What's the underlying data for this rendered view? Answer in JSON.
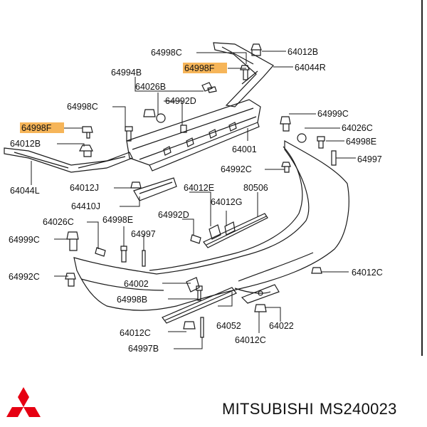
{
  "brand": {
    "name": "MITSUBISHI",
    "part_number": "MS240023",
    "logo_color": "#e60012"
  },
  "highlight_color": "#f5a83c",
  "labels": {
    "l64998C_top": "64998C",
    "l64012B_top": "64012B",
    "l64998F_top": "64998F",
    "l64044R": "64044R",
    "l64994B": "64994B",
    "l64026B": "64026B",
    "l64992D_top": "64992D",
    "l64998C_left": "64998C",
    "l64998F_left": "64998F",
    "l64012B_left": "64012B",
    "l64001": "64001",
    "l64999C_right": "64999C",
    "l64026C_right": "64026C",
    "l64998E_right": "64998E",
    "l64997_right": "64997",
    "l64992C_right": "64992C",
    "l64044L": "64044L",
    "l64012J": "64012J",
    "l64012E": "64012E",
    "l80506": "80506",
    "l64410J": "64410J",
    "l64012G": "64012G",
    "l64026C_left": "64026C",
    "l64998E_left": "64998E",
    "l64992D_mid": "64992D",
    "l64999C_left": "64999C",
    "l64997_left": "64997",
    "l64992C_left": "64992C",
    "l64012C_right": "64012C",
    "l64002": "64002",
    "l64998B": "64998B",
    "l64052": "64052",
    "l64022": "64022",
    "l64012C_bottom_left": "64012C",
    "l64012C_bottom_right": "64012C",
    "l64997B": "64997B"
  }
}
